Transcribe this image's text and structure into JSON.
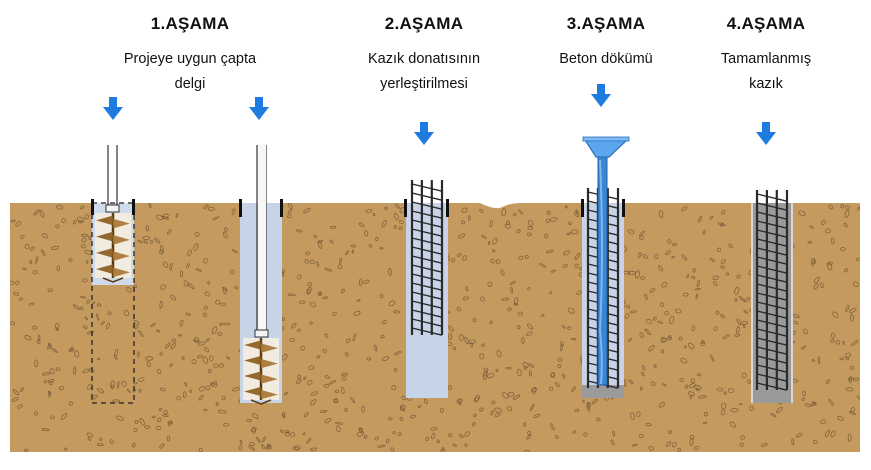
{
  "stages": [
    {
      "title": "1.AŞAMA",
      "desc_lines": [
        "Projeye uygun çapta",
        "delgi"
      ]
    },
    {
      "title": "2.AŞAMA",
      "desc_lines": [
        "Kazık donatısının",
        "yerleştirilmesi"
      ]
    },
    {
      "title": "3.AŞAMA",
      "desc_lines": [
        "Beton dökümü"
      ]
    },
    {
      "title": "4.AŞAMA",
      "desc_lines": [
        "Tamamlanmış",
        "kazık"
      ]
    }
  ],
  "colors": {
    "soil": "#c49a5e",
    "soil_speck": "#6e5232",
    "hole_fill": "#c7d3e6",
    "arrow": "#1e7be0",
    "rebar": "#2a2a2a",
    "concrete": "#9a9a9a",
    "auger": "#8a5a1c"
  },
  "icons": [
    "down-arrow-icon",
    "auger-icon",
    "rebar-cage-icon",
    "funnel-icon"
  ]
}
